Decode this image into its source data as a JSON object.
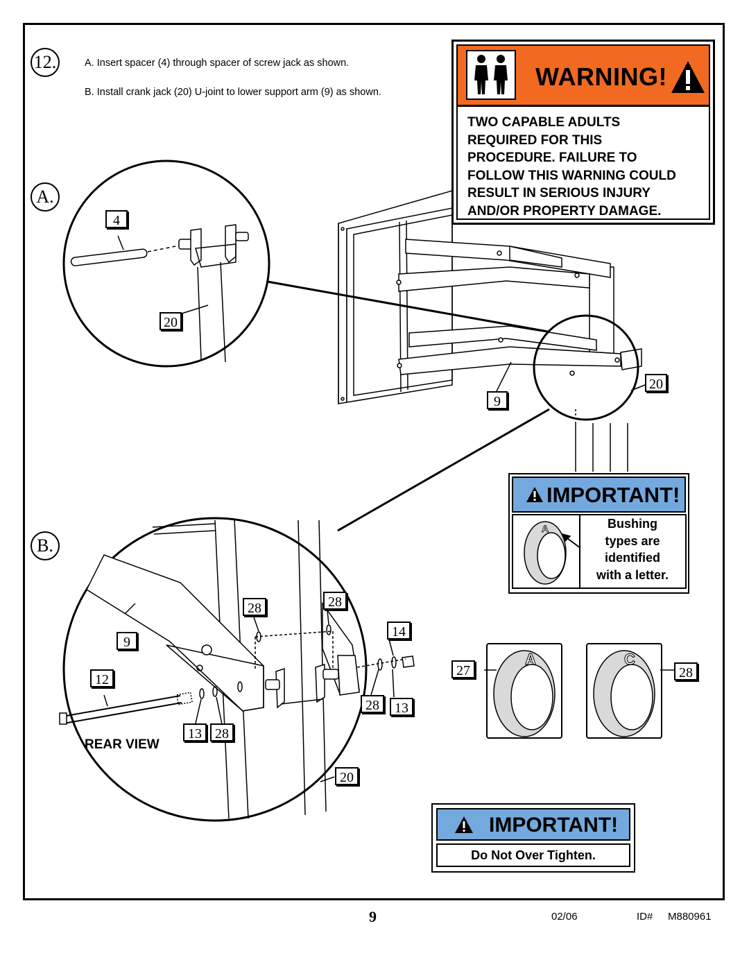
{
  "step": {
    "number": "12.",
    "instruction_a": "A. Insert spacer (4) through spacer of screw  jack as shown.",
    "instruction_b": "B. Install crank jack (20) U-joint to lower  support arm (9) as shown."
  },
  "detail_a": {
    "marker": "A.",
    "tags": [
      "4",
      "20"
    ]
  },
  "detail_b": {
    "marker": "B.",
    "tags": [
      "28",
      "28",
      "14",
      "9",
      "12",
      "28",
      "13",
      "13",
      "28",
      "20"
    ],
    "view_label": "REAR VIEW"
  },
  "overview": {
    "tags": [
      "20",
      "9"
    ]
  },
  "warning": {
    "title": "WARNING!",
    "text": "TWO CAPABLE ADULTS\nREQUIRED FOR THIS\nPROCEDURE.  FAILURE TO\nFOLLOW THIS WARNING COULD\nRESULT IN SERIOUS INJURY\nAND/OR PROPERTY DAMAGE.",
    "header_color": "#f26a21",
    "icons": [
      "two-people-icon",
      "exclamation-triangle-icon"
    ]
  },
  "important_bushing": {
    "title": "IMPORTANT!",
    "text": "Bushing\ntypes are\nidentified\nwith a letter.",
    "bushing_letter": "A",
    "header_color": "#74a9dd"
  },
  "bushings": [
    {
      "part": "27",
      "letter": "A"
    },
    {
      "part": "28",
      "letter": "C"
    }
  ],
  "important_tighten": {
    "title": "IMPORTANT!",
    "text": "Do Not Over Tighten.",
    "header_color": "#74a9dd"
  },
  "footer": {
    "page": "9",
    "date": "02/06",
    "id_label": "ID#",
    "id_value": "M880961"
  }
}
